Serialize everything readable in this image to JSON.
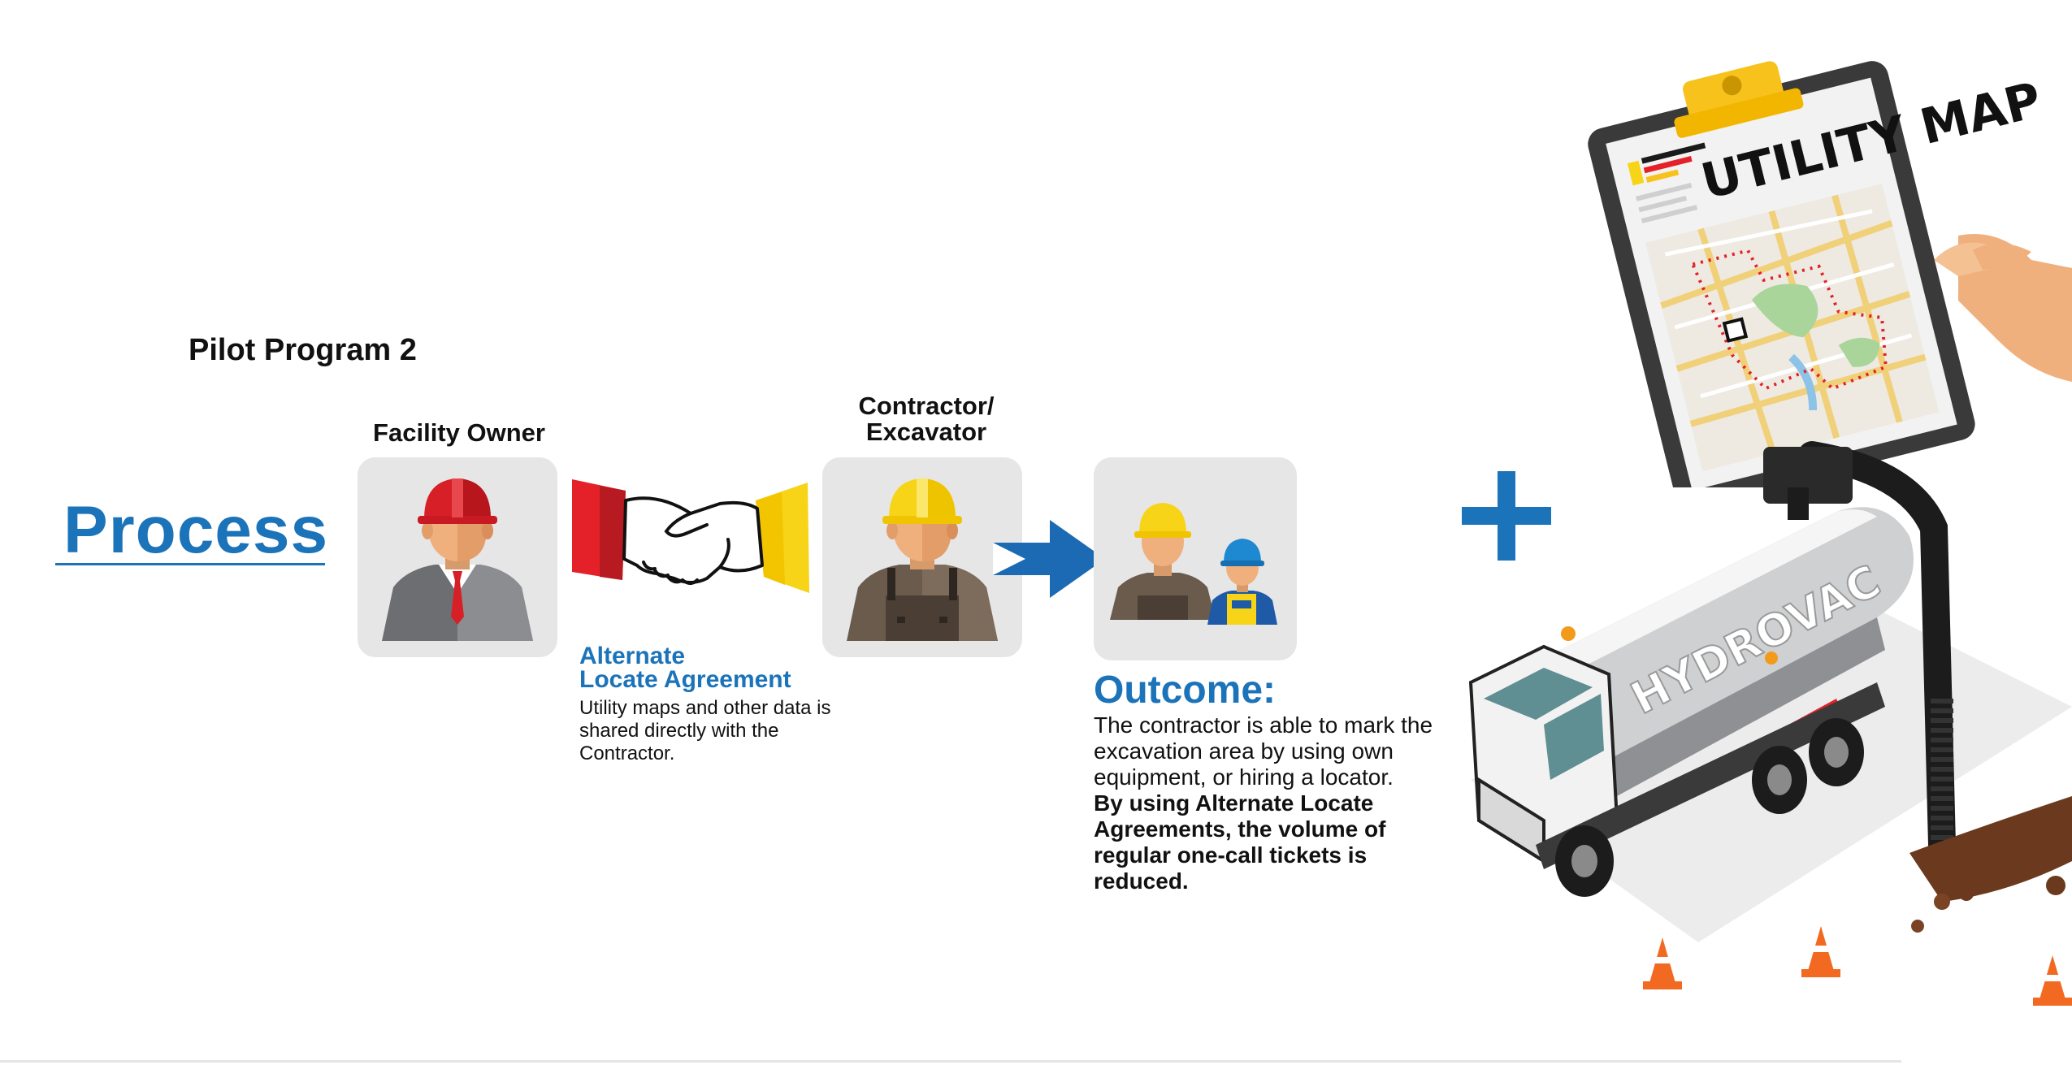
{
  "pilot_title": "Pilot Program 2",
  "process_label": "Process",
  "facility_owner_label": "Facility Owner",
  "contractor_label_line1": "Contractor/",
  "contractor_label_line2": "Excavator",
  "alternate_title_line1": "Alternate",
  "alternate_title_line2": "Locate Agreement",
  "alternate_body": "Utility maps and other data is shared directly with the Contractor.",
  "outcome_title": "Outcome:",
  "outcome_body": "The contractor is able to mark the excavation area by using own equipment, or hiring a locator.",
  "outcome_bold": "By using Alternate Locate Agreements, the volume of regular one-call tickets is reduced.",
  "utility_map_title": "UTILITY MAP",
  "truck_label": "HYDROVAC",
  "colors": {
    "accent_blue": "#1b73b9",
    "card_bg": "#e6e6e7",
    "helmet_red": "#d71f27",
    "helmet_yellow": "#f7d417",
    "clipboard_dark": "#3a3a3a"
  }
}
